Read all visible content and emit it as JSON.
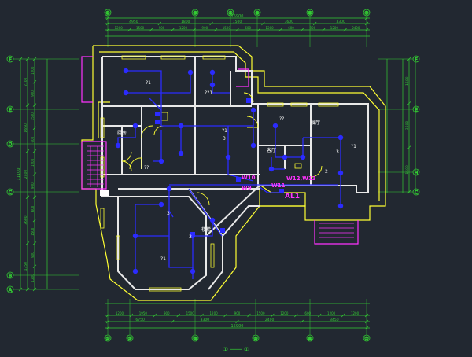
{
  "colors": {
    "background": "#222831",
    "dimension": "#33cc33",
    "wall": "#e8e8e8",
    "outline": "#ffff33",
    "wiring": "#2b2bff",
    "accent": "#ff33ff",
    "label": "#ffffff"
  },
  "axes": {
    "top": [
      "①",
      "③",
      "④",
      "⑤",
      "⑥",
      "⑦"
    ],
    "bottom": [
      "①",
      "②",
      "③",
      "⑤",
      "⑥",
      "⑦"
    ],
    "left": [
      "F",
      "E",
      "D",
      "C",
      "B",
      "A"
    ],
    "right": [
      "F",
      "E",
      "H",
      "C"
    ]
  },
  "dims": {
    "top_total": "15900",
    "top_segments": [
      "4950",
      "1800",
      "1500",
      "3600",
      "3300"
    ],
    "top_detail": [
      "1200",
      "1500",
      "900",
      "1200",
      "900",
      "1500",
      "600",
      "1200",
      "600",
      "900",
      "1200",
      "2400"
    ],
    "bottom_total": "15900",
    "bottom_segments": [
      "6750",
      "3300",
      "2400",
      "3450"
    ],
    "bottom_detail": [
      "1200",
      "1950",
      "900",
      "1500",
      "1200",
      "900",
      "1500",
      "1200",
      "600",
      "1200",
      "1200"
    ],
    "left_total": "11100",
    "left_segments": [
      "2100",
      "1650",
      "2400",
      "3600",
      "1350"
    ],
    "left_detail": [
      "1200",
      "900",
      "1500",
      "600",
      "1200",
      "900",
      "600",
      "1500",
      "900",
      "1200"
    ],
    "right_segments": [
      "1500",
      "3600",
      "1500"
    ]
  },
  "labels": {
    "room_a": "?1",
    "room_b": "??1",
    "room_c": "?1",
    "room_d": "?1",
    "room_e": "??",
    "room_f": "??",
    "kitchen": "厨房",
    "hall": "客厅",
    "living": "?1",
    "stair": "楼梯",
    "dining": "餐厅",
    "w10": "W10",
    "w9": "W9",
    "w11": "W11",
    "w12": "W12,W13",
    "al1": "AL1",
    "sub_a": "3",
    "sub_b": "2",
    "sub_c": "3",
    "sub_d": "3",
    "sub_e": "3"
  },
  "title_glyphs": "① ─── ①"
}
